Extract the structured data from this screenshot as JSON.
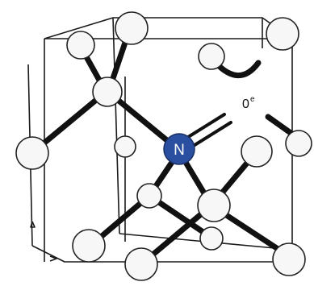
{
  "labels": {
    "nitrogen": "N",
    "vacancy": "0",
    "vacancy_charge": "e"
  },
  "colors": {
    "nitrogen_fill": "#2a4fa0",
    "nitrogen_text": "#ffffff",
    "atom_fill": "#f7f7f7",
    "bond": "#111111",
    "background": "#ffffff"
  }
}
